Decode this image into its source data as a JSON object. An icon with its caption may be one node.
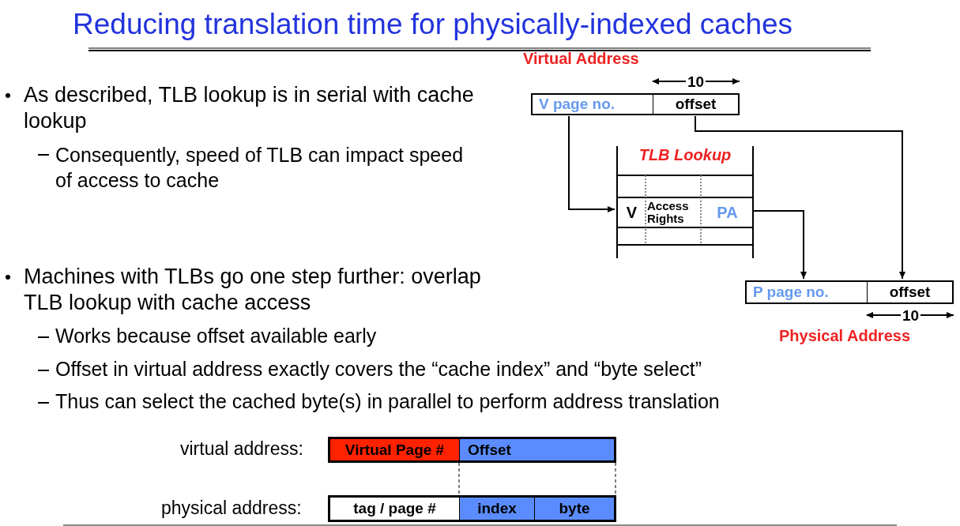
{
  "diagram": {
    "title": "Reducing translation time for physically-indexed caches",
    "nodes": [
      {
        "text": [
          "V page no."
        ]
      },
      {
        "text": [
          "offset"
        ]
      },
      {
        "text": [
          "TLB Lookup"
        ]
      },
      {
        "text": [
          "V"
        ],
        "in": 2
      },
      {
        "text": [
          "Access Rights"
        ],
        "in": 2
      },
      {
        "text": [
          "PA"
        ],
        "in": 2
      },
      {
        "text": [
          "P page no."
        ]
      },
      {
        "text": [
          "offset"
        ]
      },
      {
        "text": [
          "Virtual Page #"
        ]
      },
      {
        "text": [
          "Offset"
        ]
      },
      {
        "text": [
          "tag / page #"
        ]
      },
      {
        "text": [
          "index"
        ]
      },
      {
        "text": [
          "byte"
        ]
      }
    ],
    "edges": [
      {
        "from": 0,
        "to": 3,
        "arrow": "to"
      },
      {
        "from": 1,
        "to": 7,
        "arrow": "to"
      },
      {
        "from": 5,
        "to": 6,
        "arrow": "to"
      }
    ],
    "labels": [
      "Virtual Address",
      "10",
      "As described, TLB lookup is in serial with cache lookup",
      "Consequently, speed of TLB can impact speed of access to cache",
      "Machines with TLBs go one step further: overlap TLB lookup with cache access",
      "10",
      "Physical Address",
      "Works because offset available early",
      "Offset in virtual address exactly covers the “cache index” and “byte select”",
      "Thus can select the cached byte(s) in parallel to perform address translation",
      "virtual address:",
      "physical address:"
    ]
  }
}
